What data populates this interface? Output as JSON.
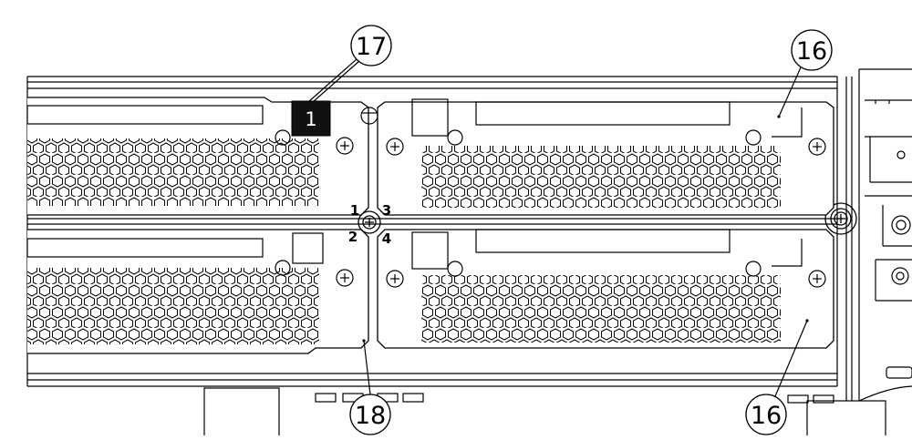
{
  "diagram": {
    "callouts": {
      "c17": "17",
      "c16_top": "16",
      "c18": "18",
      "c16_bottom": "16"
    },
    "badge": "1",
    "bay_numbers": {
      "b1": "1",
      "b2": "2",
      "b3": "3",
      "b4": "4"
    }
  },
  "colors": {
    "line": "#000000",
    "background": "#ffffff",
    "badge_fill": "#111111"
  }
}
